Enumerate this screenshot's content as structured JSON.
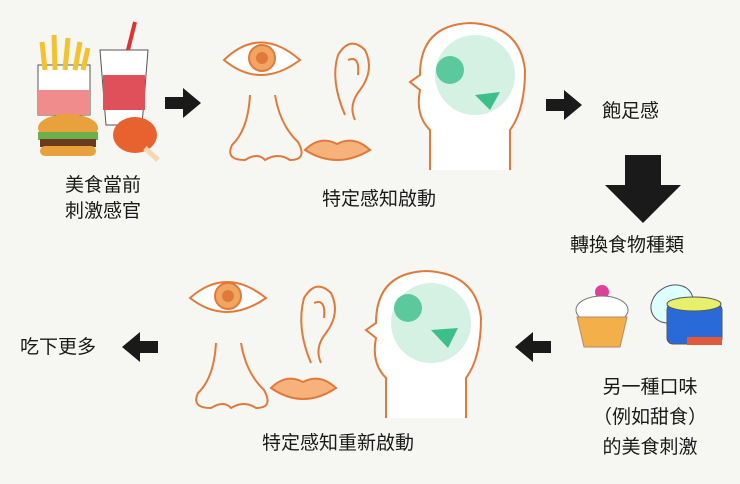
{
  "step1": {
    "line1": "美食當前",
    "line2": "刺激感官"
  },
  "step2": {
    "caption": "特定感知啟動"
  },
  "step3": {
    "caption": "飽足感"
  },
  "step4": {
    "caption": "轉換食物種類"
  },
  "step5": {
    "line1": "另一種口味",
    "line2": "（例如甜食）",
    "line3": "的美食刺激"
  },
  "step6": {
    "caption": "特定感知重新啟動"
  },
  "step7": {
    "caption": "吃下更多"
  },
  "colors": {
    "line": "#e07a3a",
    "brain": "#3dbf8a",
    "arrow": "#1a1a1a",
    "background": "#f6f6f3"
  },
  "icons": [
    "fries-icon",
    "soda-cup-icon",
    "burger-icon",
    "fried-chicken-icon",
    "eye-icon",
    "ear-icon",
    "nose-icon",
    "lips-icon",
    "head-brain-icon",
    "cupcake-icon",
    "jar-icon",
    "arrow-right-icon",
    "arrow-down-icon",
    "arrow-left-icon"
  ]
}
